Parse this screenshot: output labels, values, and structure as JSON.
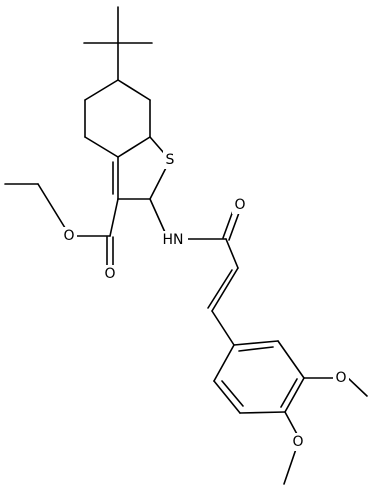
{
  "molecule": {
    "atom_labels": {
      "sulfur": "S",
      "amide_nh": "HN",
      "amide_o": "O",
      "ester_carbonyl_o": "O",
      "ester_ether_o": "O",
      "methoxy_3_o": "O",
      "methoxy_4_o": "O"
    }
  }
}
